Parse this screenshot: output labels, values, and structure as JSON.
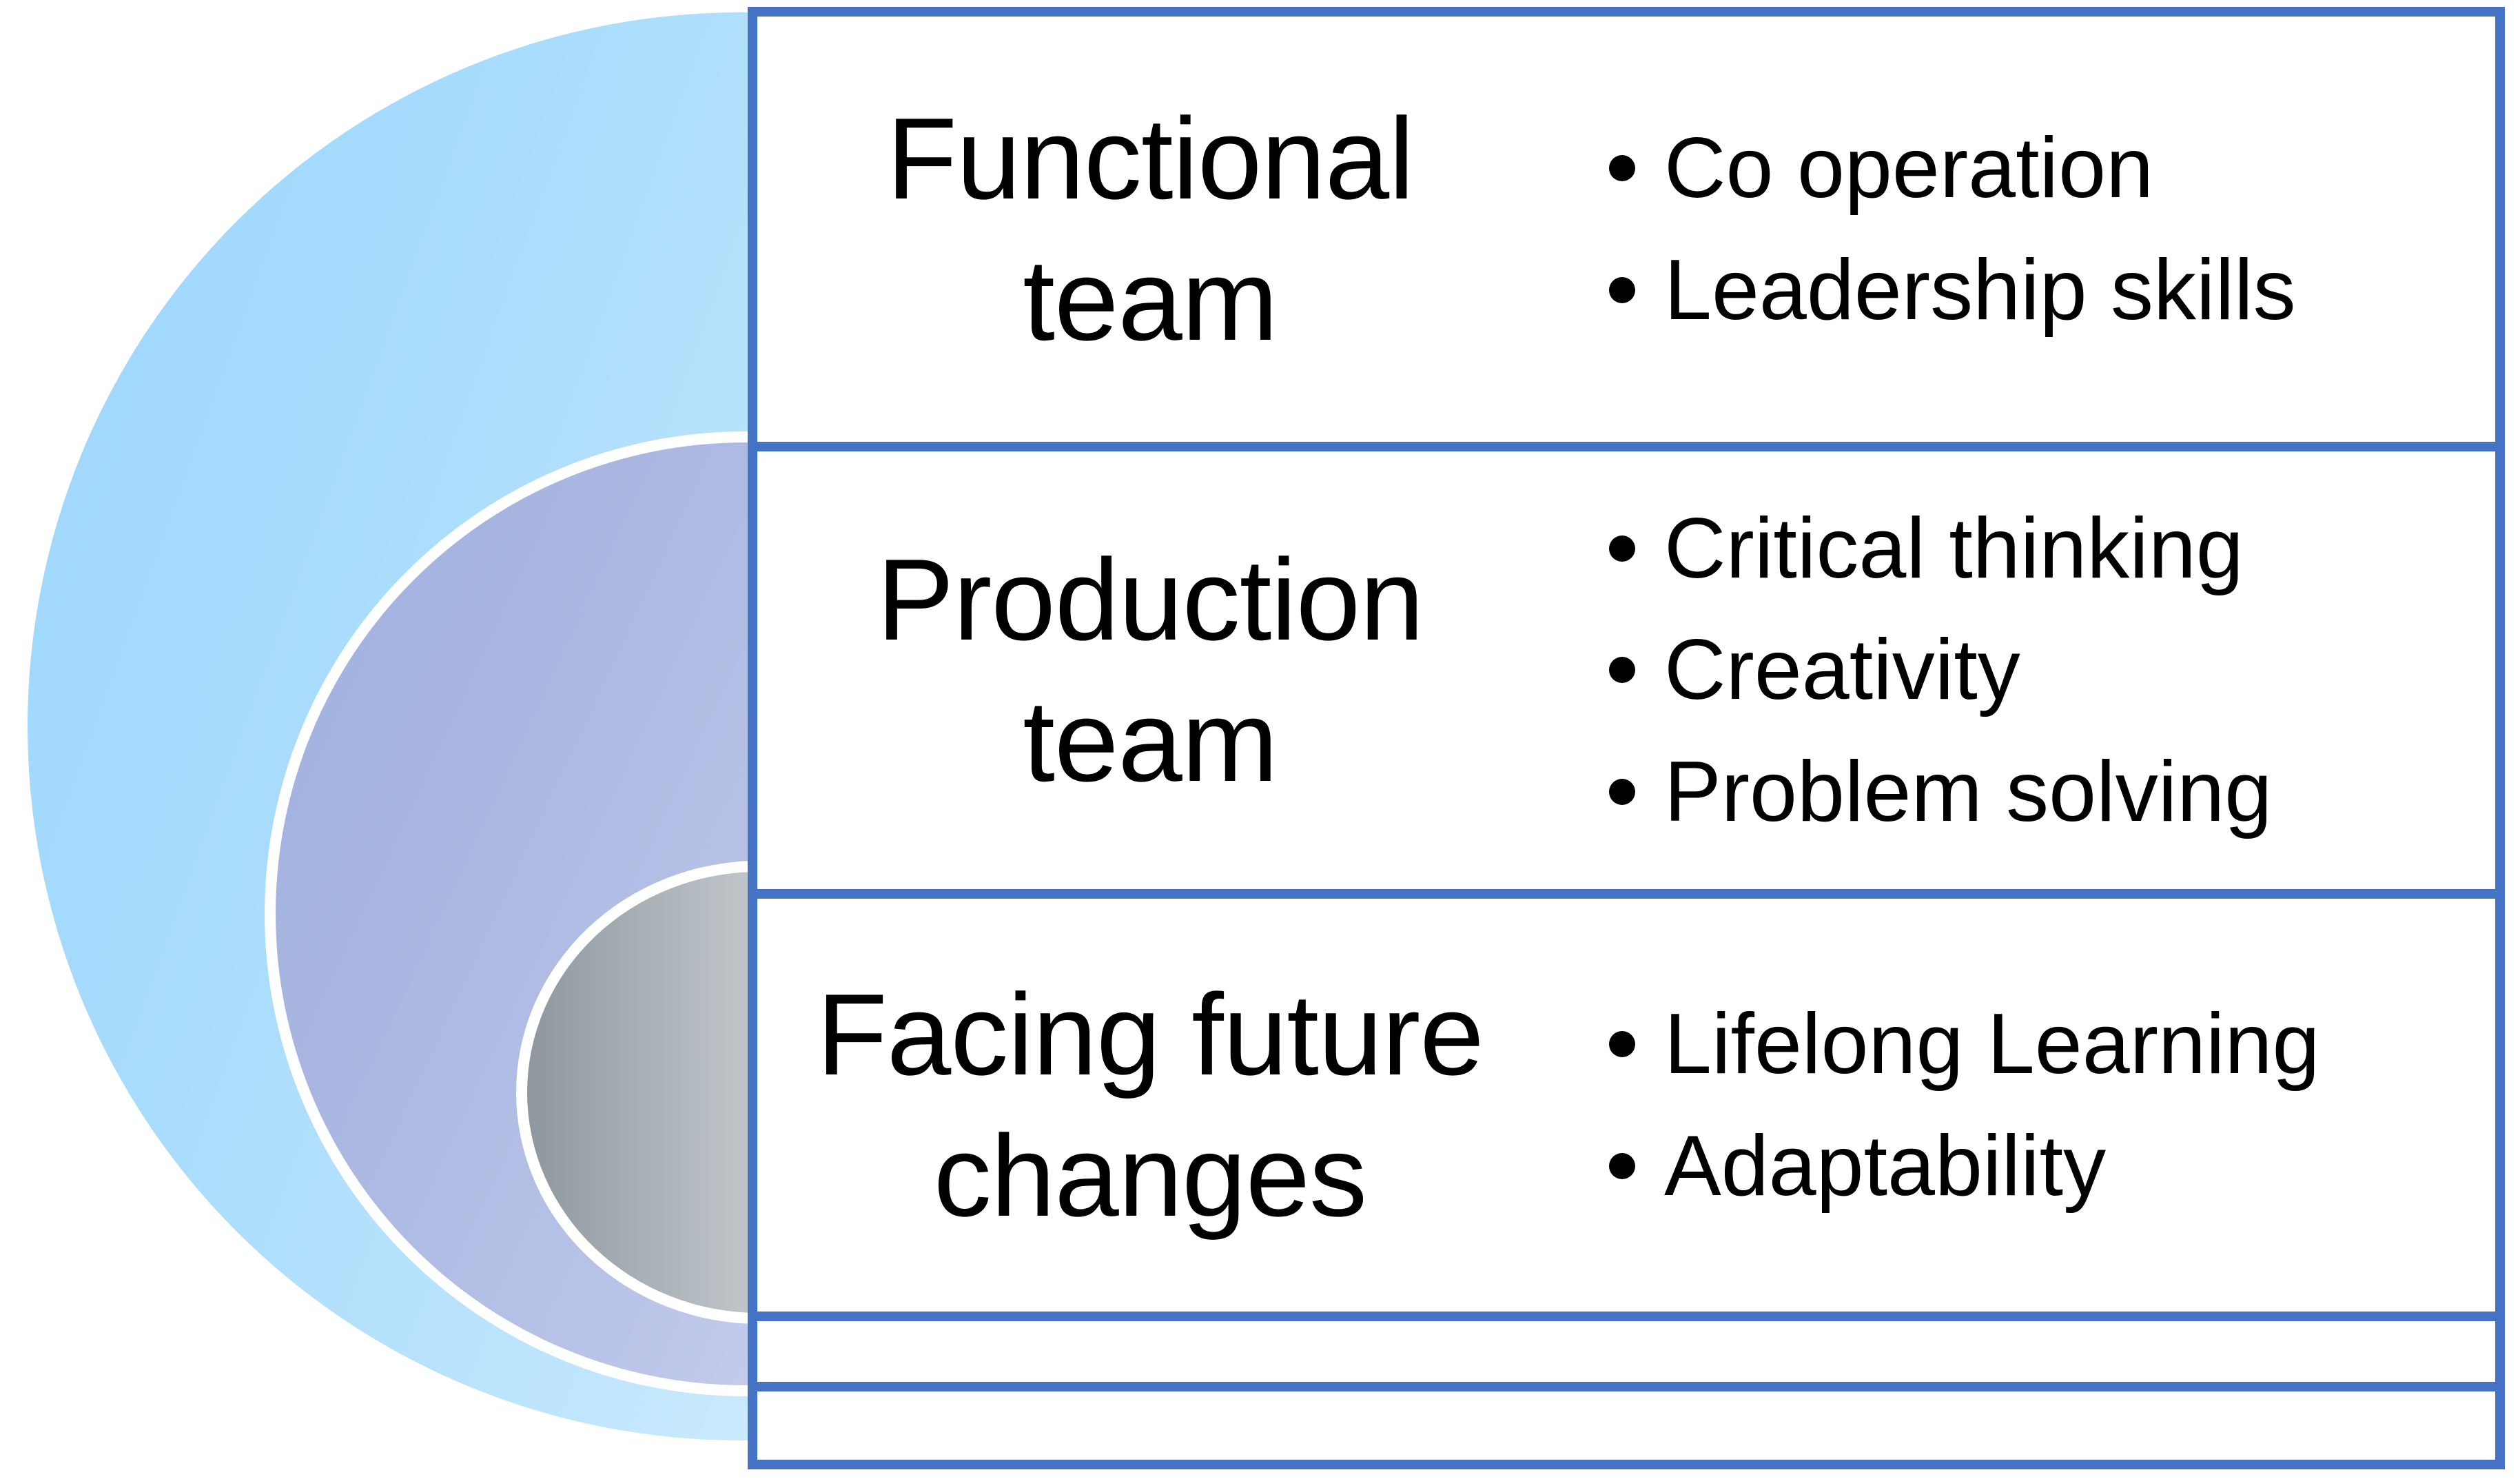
{
  "colors": {
    "table_border": "#4472C4",
    "ring_outer": "#A9DCFC",
    "ring_middle": "#A9B6E1",
    "ring_inner": "#9DA6AC",
    "text": "#000000",
    "background": "#FFFFFF"
  },
  "diagram": {
    "type": "concentric-rings-with-table",
    "rings": [
      {
        "name": "outer-ring",
        "color": "#A9DCFC",
        "maps_to_row": 1
      },
      {
        "name": "middle-ring",
        "color": "#A9B6E1",
        "maps_to_row": 2
      },
      {
        "name": "inner-ring",
        "color": "#9DA6AC",
        "maps_to_row": 3
      }
    ]
  },
  "table": {
    "rows": [
      {
        "title": "Functional team",
        "items": [
          "Co operation",
          "Leadership skills"
        ]
      },
      {
        "title": "Production team",
        "items": [
          "Critical thinking",
          "Creativity",
          "Problem solving"
        ]
      },
      {
        "title": "Facing future changes",
        "items": [
          "Lifelong Learning",
          "Adaptability"
        ]
      },
      {
        "title": "",
        "items": []
      },
      {
        "title": "",
        "items": []
      }
    ]
  }
}
